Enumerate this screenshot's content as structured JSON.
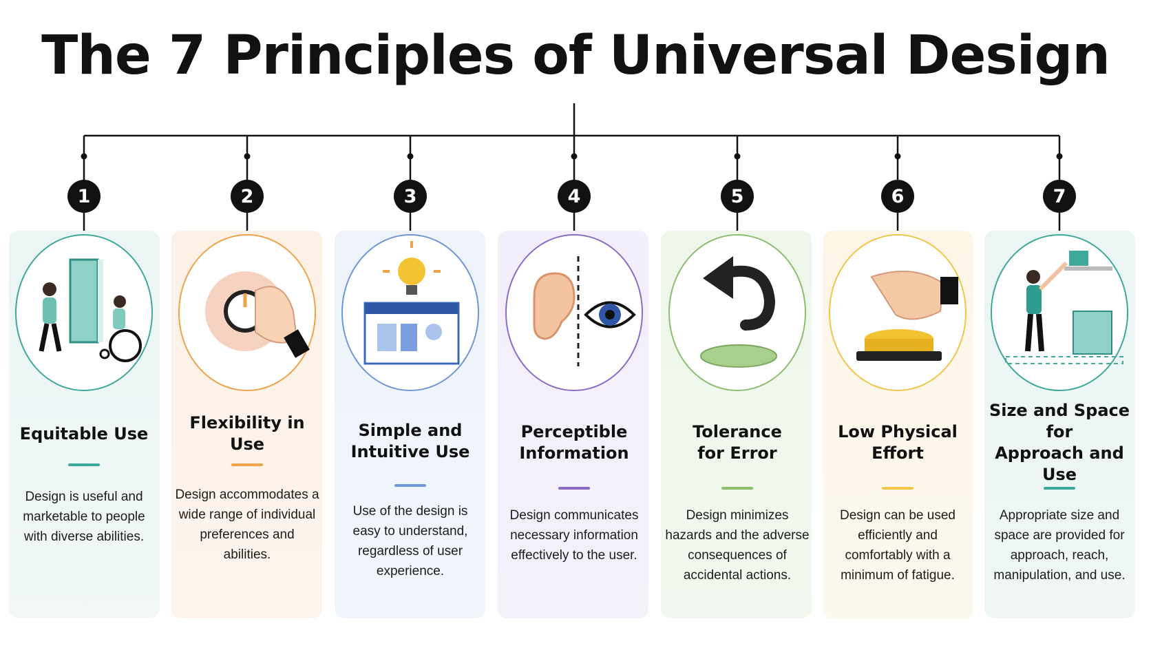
{
  "title": "The 7 Principles of Universal Design",
  "principles": [
    {
      "number": "1",
      "title": [
        "Equitable Use"
      ],
      "description": "Design is useful and marketable to people with diverse abilities.",
      "accent": "#3ea89a",
      "icon": "person-door-wheelchair-icon"
    },
    {
      "number": "2",
      "title": [
        "Flexibility in Use"
      ],
      "description": "Design accommodates a wide range of individual preferences and abilities.",
      "accent": "#f0a24a",
      "icon": "hand-dial-knob-icon"
    },
    {
      "number": "3",
      "title": [
        "Simple and",
        "Intuitive Use"
      ],
      "description": "Use of the design is easy to understand, regardless of user experience.",
      "accent": "#6f97d6",
      "icon": "lightbulb-interface-icon"
    },
    {
      "number": "4",
      "title": [
        "Perceptible",
        "Information"
      ],
      "description": "Design communicates necessary information effectively to the user.",
      "accent": "#8a6bc8",
      "icon": "ear-eye-icon"
    },
    {
      "number": "5",
      "title": [
        "Tolerance",
        "for Error"
      ],
      "description": "Design minimizes hazards and the adverse consequences of accidental actions.",
      "accent": "#8cbe6e",
      "icon": "undo-arrow-cushion-icon"
    },
    {
      "number": "6",
      "title": [
        "Low Physical",
        "Effort"
      ],
      "description": "Design can be used efficiently and comfortably with a minimum of fatigue.",
      "accent": "#f1c54a",
      "icon": "hand-press-button-icon"
    },
    {
      "number": "7",
      "title": [
        "Size and Space for",
        "Approach and Use"
      ],
      "description": "Appropriate size and space are provided for approach, reach, manipulation, and use.",
      "accent": "#3ea89a",
      "icon": "person-reaching-shelf-icon"
    }
  ]
}
